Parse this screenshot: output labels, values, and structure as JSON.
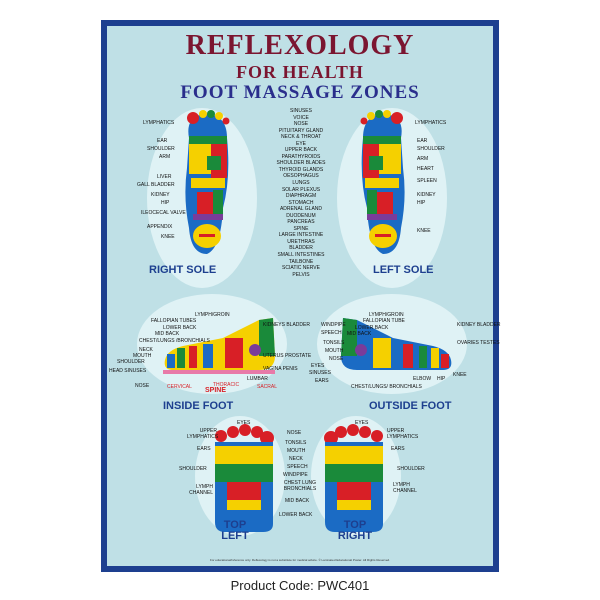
{
  "title": {
    "line1": "REFLEXOLOGY",
    "line2": "FOR HEALTH",
    "line3": "FOOT MASSAGE ZONES"
  },
  "soles": {
    "center_labels": [
      "SINUSES",
      "VOICE",
      "NOSE",
      "PITUITARY GLAND",
      "NECK & THROAT",
      "EYE",
      "UPPER BACK",
      "PARATHYROIDS",
      "SHOULDER BLADES",
      "THYROID GLANDS",
      "OESOPHAGUS",
      "LUNGS",
      "SOLAR PLEXUS",
      "DIAPHRAGM",
      "STOMACH",
      "ADRENAL GLAND",
      "DUODENUM",
      "PANCREAS",
      "SPINE",
      "LARGE INTESTINE",
      "URETHRAS",
      "BLADDER",
      "SMALL INTESTINES",
      "TAILBONE",
      "SCIATIC NERVE",
      "PELVIS"
    ],
    "right_labels": [
      "LYMPHATICS",
      "EAR",
      "SHOULDER",
      "ARM",
      "LIVER",
      "GALL BLADDER",
      "KIDNEY",
      "HIP",
      "ILEOCECAL VALVE",
      "APPENDIX",
      "KNEE"
    ],
    "left_labels": [
      "LYMPHATICS",
      "EAR",
      "SHOULDER",
      "ARM",
      "HEART",
      "SPLEEN",
      "KIDNEY",
      "HIP",
      "KNEE"
    ],
    "right_title": "RIGHT SOLE",
    "left_title": "LEFT SOLE"
  },
  "inside": {
    "labels": [
      "LYMPH/GROIN",
      "FALLOPIAN TUBES",
      "LOWER BACK",
      "MID BACK",
      "CHEST/LUNGS /BRONCHIALS",
      "NECK",
      "MOUTH",
      "SHOULDER",
      "HEAD SINUSES",
      "NOSE",
      "KIDNEYS BLADDER",
      "UTERUS PROSTATE",
      "VAGINA PENIS",
      "LUMBAR",
      "SPINE",
      "CERVICAL",
      "THORACIC",
      "SACRAL"
    ],
    "title": "INSIDE FOOT"
  },
  "outside": {
    "labels": [
      "LYMPH/GROIN",
      "FALLOPIAN TUBE",
      "LOWER BACK",
      "MID BACK",
      "WINDPIPE",
      "SPEECH",
      "TONSILS",
      "MOUTH",
      "NOSE",
      "EYES",
      "SINUSES",
      "EARS",
      "CHEST/LUNGS/ BRONCHIALS",
      "ELBOW",
      "HIP",
      "KNEE",
      "KIDNEY BLADDER",
      "OVARIES TESTES"
    ],
    "title": "OUTSIDE FOOT"
  },
  "top": {
    "left_labels": [
      "EYES",
      "UPPER LYMPHATICS",
      "EARS",
      "SHOULDER",
      "LYMPH CHANNEL"
    ],
    "center_labels": [
      "NOSE",
      "TONSILS",
      "MOUTH",
      "NECK",
      "SPEECH",
      "WINDPIPE",
      "CHEST LUNG BRONCHIALS",
      "MID BACK",
      "LOWER BACK"
    ],
    "right_labels": [
      "EYES",
      "UPPER LYMPHATICS",
      "EARS",
      "SHOULDER",
      "LYMPH CHANNEL"
    ],
    "left_title": "TOP LEFT",
    "right_title": "TOP RIGHT"
  },
  "fine_print": "For educational/reference only. Reflexology is not a substitute for medical advice. © Laminated Educational Poster. All Rights Reserved.",
  "product_code": "Product Code: PWC401",
  "colors": {
    "frame": "#1d3f8f",
    "background": "#bfe0e6",
    "title_red": "#7b1530",
    "title_blue": "#2a2e8c",
    "section_blue": "#1d3f8f"
  }
}
